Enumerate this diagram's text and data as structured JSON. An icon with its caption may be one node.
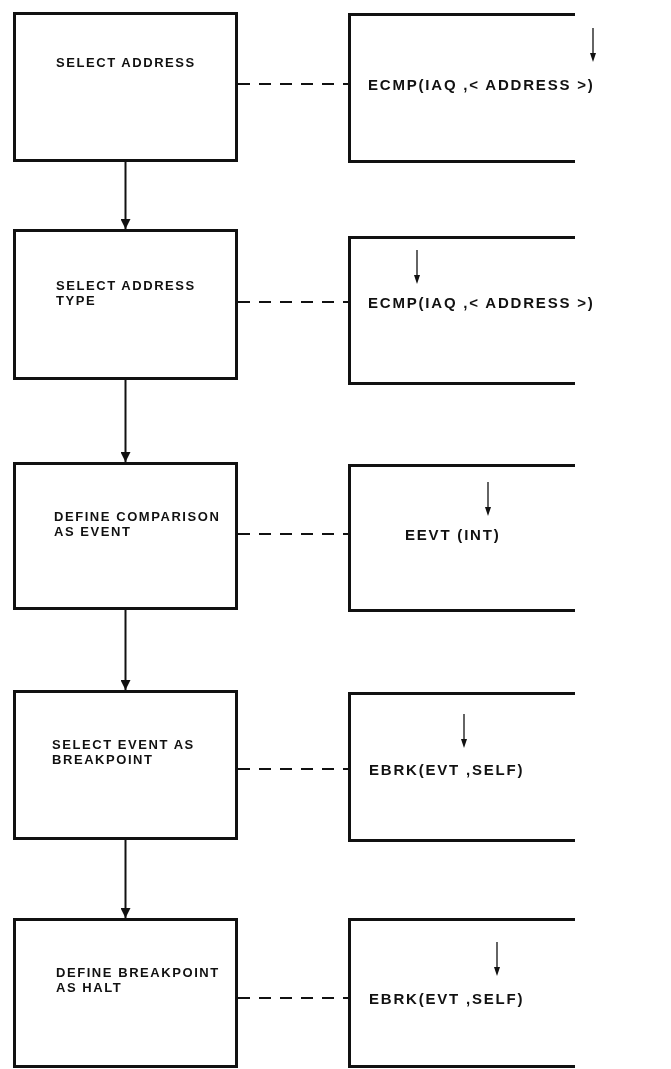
{
  "diagram": {
    "nodes": [
      {
        "text": [
          "SELECT ADDRESS"
        ]
      },
      {
        "text": [
          "SELECT ADDRESS TYPE"
        ]
      },
      {
        "text": [
          "DEFINE COMPARISON AS EVENT"
        ]
      },
      {
        "text": [
          "SELECT EVENT AS BREAKPOINT"
        ]
      },
      {
        "text": [
          "DEFINE BREAKPOINT AS HALT"
        ]
      },
      {
        "text": [
          "ECMP(IAQ ,< ADDRESS >)"
        ]
      },
      {
        "text": [
          "ECMP(IAQ ,< ADDRESS >)"
        ]
      },
      {
        "text": [
          "EEVT (INT)"
        ]
      },
      {
        "text": [
          "EBRK(EVT ,SELF)"
        ]
      },
      {
        "text": [
          "EBRK(EVT ,SELF)"
        ]
      }
    ],
    "edges": [
      {
        "from": 0,
        "to": 1,
        "arrow": "to"
      },
      {
        "from": 1,
        "to": 2,
        "arrow": "to"
      },
      {
        "from": 2,
        "to": 3,
        "arrow": "to"
      },
      {
        "from": 3,
        "to": 4,
        "arrow": "to"
      },
      {
        "from": 0,
        "to": 5,
        "arrow": "none",
        "style": "dashed"
      },
      {
        "from": 1,
        "to": 6,
        "arrow": "none",
        "style": "dashed"
      },
      {
        "from": 2,
        "to": 7,
        "arrow": "none",
        "style": "dashed"
      },
      {
        "from": 3,
        "to": 8,
        "arrow": "none",
        "style": "dashed"
      },
      {
        "from": 4,
        "to": 9,
        "arrow": "none",
        "style": "dashed"
      }
    ]
  }
}
